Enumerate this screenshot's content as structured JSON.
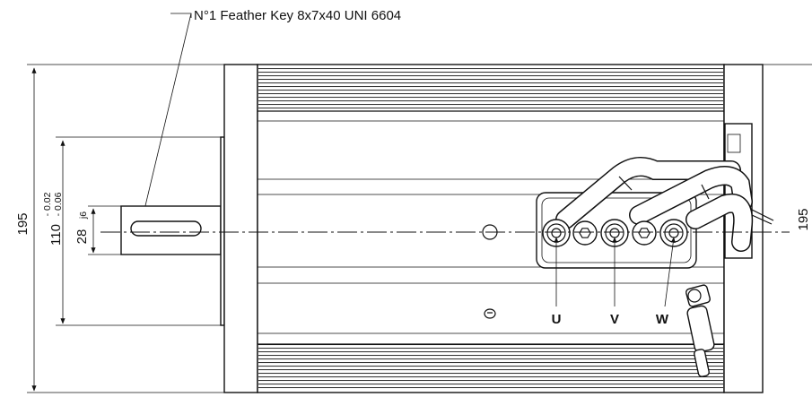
{
  "callout": {
    "text": "N°1 Feather Key 8x7x40 UNI 6604"
  },
  "dimensions": {
    "overall_left": "195",
    "overall_right": "195",
    "flange_value": "110",
    "flange_tol_upper": "- 0.02",
    "flange_tol_lower": "- 0.06",
    "shaft_value": "28",
    "shaft_fit": "j6"
  },
  "phases": {
    "u": "U",
    "v": "V",
    "w": "W"
  },
  "icons": {
    "terminal": "terminal-nut-icon",
    "hex_socket": "hex-socket-icon",
    "gland": "cable-gland-icon"
  }
}
